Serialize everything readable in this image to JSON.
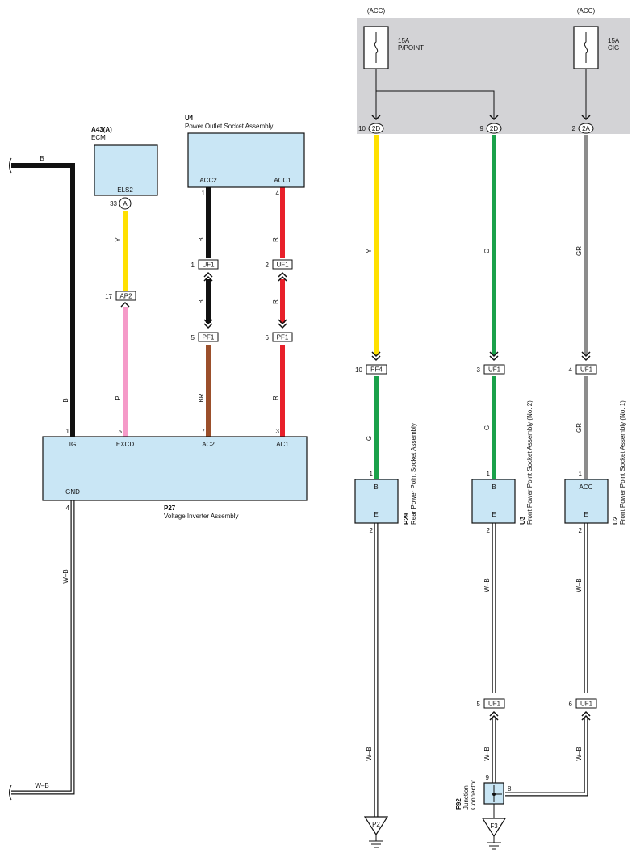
{
  "colors": {
    "black": "#111111",
    "yellow": "#ffe000",
    "pink": "#f59ac8",
    "brown": "#9b4f2b",
    "red": "#e8202a",
    "green": "#1aa14a",
    "gray": "#8c8c8c",
    "box_fill": "#c9e6f5",
    "fuse_panel": "#d3d3d6"
  },
  "fuses": {
    "f1": {
      "source": "(ACC)",
      "amp": "15A",
      "name": "P/POINT"
    },
    "f2": {
      "source": "(ACC)",
      "amp": "15A",
      "name": "CIG"
    }
  },
  "components": {
    "ecm": {
      "code": "A43(A)",
      "name": "ECM",
      "pin_name": "ELS2",
      "pin_no": "33",
      "pin_letter": "A"
    },
    "u4": {
      "code": "U4",
      "name": "Power Outlet Socket Assembly",
      "pin1_name": "ACC2",
      "pin1_no": "1",
      "pin2_name": "ACC1",
      "pin2_no": "4"
    },
    "p27": {
      "code": "P27",
      "name": "Voltage Inverter Assembly",
      "pins": [
        "IG",
        "EXCD",
        "AC2",
        "AC1",
        "GND"
      ],
      "pin_nos": [
        "1",
        "5",
        "7",
        "3",
        "4"
      ]
    },
    "p29": {
      "code": "P29",
      "name": "Rear Power Point Socket Assembly",
      "pin_top": "B",
      "pin_bot": "E",
      "no_top": "1",
      "no_bot": "2"
    },
    "u3": {
      "code": "U3",
      "name": "Front Power Point Socket Assembly (No. 2)",
      "pin_top": "B",
      "pin_bot": "E",
      "no_top": "1",
      "no_bot": "2"
    },
    "u2": {
      "code": "U2",
      "name": "Front Power Point Socket Assembly (No. 1)",
      "pin_top": "ACC",
      "pin_bot": "E",
      "no_top": "1",
      "no_bot": "2"
    },
    "f92": {
      "code": "F92",
      "name1": "Junction",
      "name2": "Connector",
      "pin_left": "9",
      "pin_right": "8"
    }
  },
  "connectors": {
    "ap2": {
      "label": "AP2",
      "pin": "17"
    },
    "uf1_a": {
      "label": "UF1",
      "pin": "1"
    },
    "uf1_b": {
      "label": "UF1",
      "pin": "2"
    },
    "pf1_a": {
      "label": "PF1",
      "pin": "5"
    },
    "pf1_b": {
      "label": "PF1",
      "pin": "6"
    },
    "j2d_a": {
      "label": "2D",
      "pin": "10"
    },
    "j2d_b": {
      "label": "2D",
      "pin": "9"
    },
    "j2a": {
      "label": "2A",
      "pin": "2"
    },
    "pf4": {
      "label": "PF4",
      "pin": "10"
    },
    "uf1_c": {
      "label": "UF1",
      "pin": "3"
    },
    "uf1_d": {
      "label": "UF1",
      "pin": "4"
    },
    "uf1_e": {
      "label": "UF1",
      "pin": "5"
    },
    "uf1_f": {
      "label": "UF1",
      "pin": "6"
    }
  },
  "wire_labels": {
    "top_b": "B",
    "ig_b": "B",
    "ecm_y": "Y",
    "exc_p": "P",
    "u4_b1": "B",
    "u4_b2": "B",
    "ac2_br": "BR",
    "u4_r1": "R",
    "u4_r2": "R",
    "ac1_r": "R",
    "gnd_wb": "W–B",
    "bottom_wb": "W–B",
    "pp_y": "Y",
    "pp_g": "G",
    "pp_wb": "W–B",
    "u3_g1": "G",
    "u3_g2": "G",
    "u3_wb1": "W–B",
    "u3_wb2": "W–B",
    "u2_gr1": "GR",
    "u2_gr2": "GR",
    "u2_wb1": "W–B",
    "u2_wb2": "W–B"
  },
  "grounds": {
    "g1": "P2",
    "g2": "F3"
  }
}
